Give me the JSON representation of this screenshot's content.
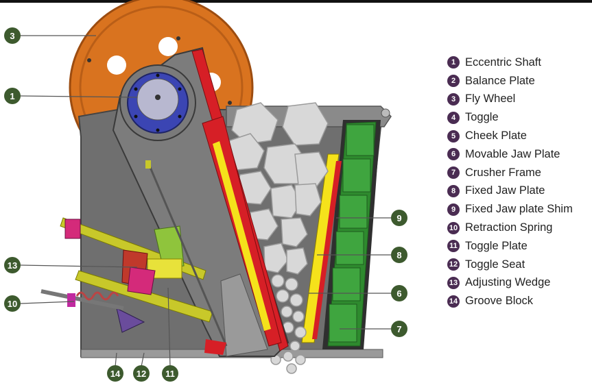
{
  "legend": [
    {
      "num": "1",
      "label": "Eccentric Shaft"
    },
    {
      "num": "2",
      "label": "Balance Plate"
    },
    {
      "num": "3",
      "label": "Fly Wheel"
    },
    {
      "num": "4",
      "label": "Toggle"
    },
    {
      "num": "5",
      "label": "Cheek Plate"
    },
    {
      "num": "6",
      "label": "Movable Jaw Plate"
    },
    {
      "num": "7",
      "label": "Crusher Frame"
    },
    {
      "num": "8",
      "label": "Fixed Jaw Plate"
    },
    {
      "num": "9",
      "label": "Fixed Jaw plate Shim"
    },
    {
      "num": "10",
      "label": "Retraction Spring"
    },
    {
      "num": "11",
      "label": "Toggle Plate"
    },
    {
      "num": "12",
      "label": "Toggle Seat"
    },
    {
      "num": "13",
      "label": "Adjusting Wedge"
    },
    {
      "num": "14",
      "label": "Groove Block"
    }
  ],
  "callouts": {
    "c3": "3",
    "c1": "1",
    "c13": "13",
    "c10": "10",
    "c14": "14",
    "c12": "12",
    "c11": "11",
    "c9": "9",
    "c8": "8",
    "c6": "6",
    "c7": "7"
  },
  "colors": {
    "callout": "#3d5a2e",
    "legend_badge": "#4a2c52",
    "frame": "#6d6d6d",
    "flywheel": "#d9731f",
    "jaw_red": "#d61f26",
    "shim_yellow": "#f5e21b",
    "fixed_green": "#3a9b3a",
    "shaft_blue": "#3b45b3"
  }
}
